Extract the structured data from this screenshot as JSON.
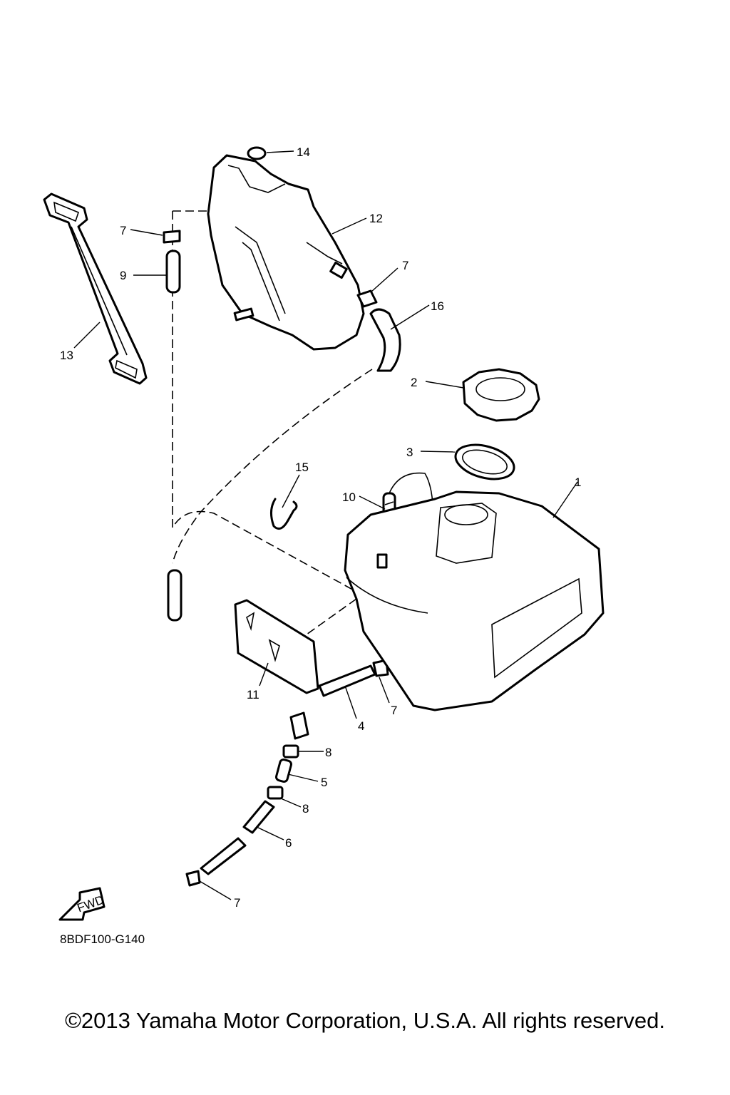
{
  "callouts": {
    "c1": "1",
    "c2": "2",
    "c3": "3",
    "c4": "4",
    "c5": "5",
    "c6": "6",
    "c7a": "7",
    "c7b": "7",
    "c7c": "7",
    "c7d": "7",
    "c8a": "8",
    "c8b": "8",
    "c9": "9",
    "c10": "10",
    "c11": "11",
    "c12": "12",
    "c13": "13",
    "c14": "14",
    "c15": "15",
    "c16": "16"
  },
  "fwd_label": "FWD",
  "diagram_code": "8BDF100-G140",
  "copyright": "©2013 Yamaha Motor Corporation, U.S.A. All rights reserved."
}
